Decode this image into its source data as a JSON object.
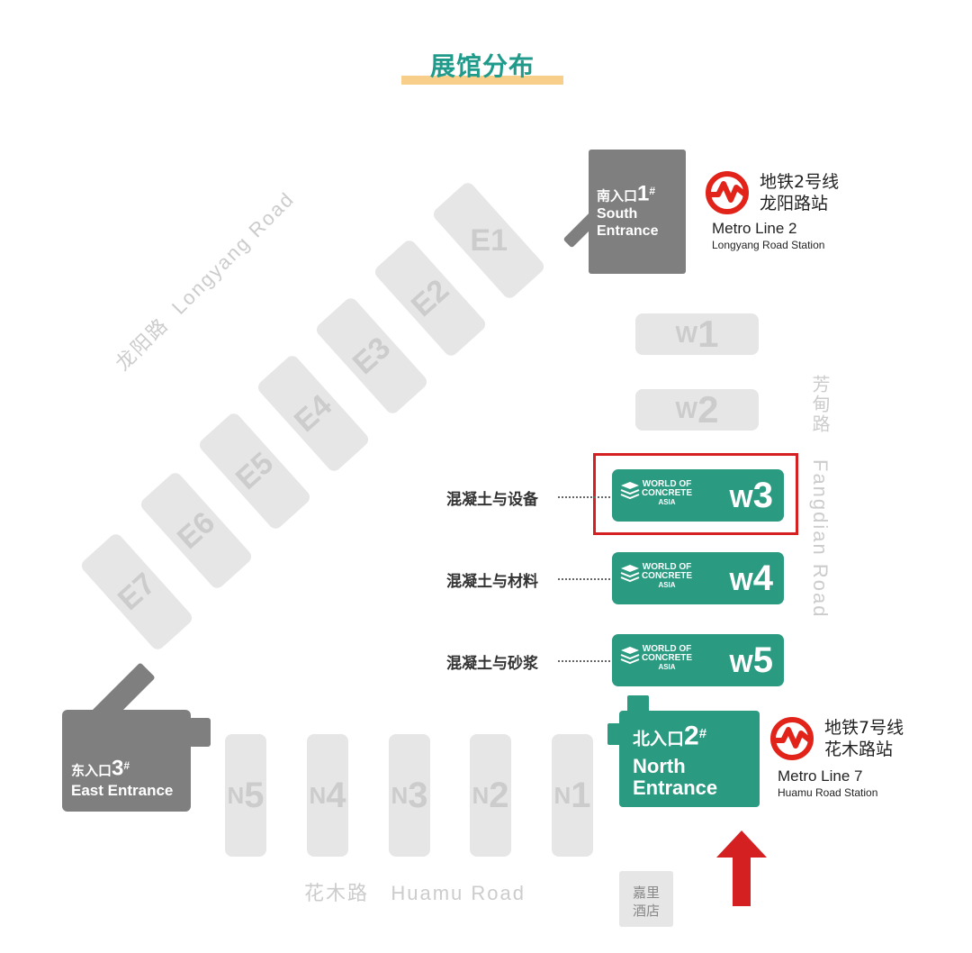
{
  "title": "展馆分布",
  "halls_e": [
    "E1",
    "E2",
    "E3",
    "E4",
    "E5",
    "E6",
    "E7"
  ],
  "halls_n": [
    {
      "pre": "N",
      "num": "5"
    },
    {
      "pre": "N",
      "num": "4"
    },
    {
      "pre": "N",
      "num": "3"
    },
    {
      "pre": "N",
      "num": "2"
    },
    {
      "pre": "N",
      "num": "1"
    }
  ],
  "halls_w_grey": [
    {
      "pre": "W",
      "num": "1"
    },
    {
      "pre": "W",
      "num": "2"
    }
  ],
  "halls_w_teal": [
    {
      "pre": "W",
      "num": "3",
      "label": "混凝土与设备",
      "brand_line1": "WORLD OF",
      "brand_line2": "CONCRETE",
      "brand_line3": "ASIA",
      "highlighted": true
    },
    {
      "pre": "W",
      "num": "4",
      "label": "混凝土与材料",
      "brand_line1": "WORLD OF",
      "brand_line2": "CONCRETE",
      "brand_line3": "ASIA",
      "highlighted": false
    },
    {
      "pre": "W",
      "num": "5",
      "label": "混凝土与砂浆",
      "brand_line1": "WORLD OF",
      "brand_line2": "CONCRETE",
      "brand_line3": "ASIA",
      "highlighted": false
    }
  ],
  "entrances": {
    "south": {
      "cn": "南入口",
      "num": "1",
      "mark": "#",
      "en1": "South",
      "en2": "Entrance"
    },
    "east": {
      "cn": "东入口",
      "num": "3",
      "mark": "#",
      "en": "East Entrance"
    },
    "north": {
      "cn": "北入口",
      "num": "2",
      "mark": "#",
      "en1": "North",
      "en2": "Entrance"
    }
  },
  "roads": {
    "longyang_cn": "龙阳路",
    "longyang_en": "Longyang Road",
    "fangdian_cn": "芳甸路",
    "fangdian_en": "Fangdian Road",
    "huamu_cn": "花木路",
    "huamu_en": "Huamu Road"
  },
  "metro": {
    "line2": {
      "cn1": "地铁2号线",
      "cn2": "龙阳路站",
      "en1": "Metro Line 2",
      "en2": "Longyang Road Station"
    },
    "line7": {
      "cn1": "地铁7号线",
      "cn2": "花木路站",
      "en1": "Metro Line 7",
      "en2": "Huamu Road Station"
    }
  },
  "hotel": {
    "line1": "嘉里",
    "line2": "酒店"
  },
  "colors": {
    "teal": "#2a9b80",
    "title_teal": "#1f9a8b",
    "grey_hall": "#e6e6e6",
    "entrance_grey": "#7f7f7f",
    "highlight_red": "#d42020",
    "arrow_red": "#d42020",
    "metro_red": "#e2231a",
    "title_underline": "#f7cf8a"
  },
  "icons": [
    "metro-logo-icon",
    "concrete-logo-icon",
    "up-arrow-icon"
  ]
}
